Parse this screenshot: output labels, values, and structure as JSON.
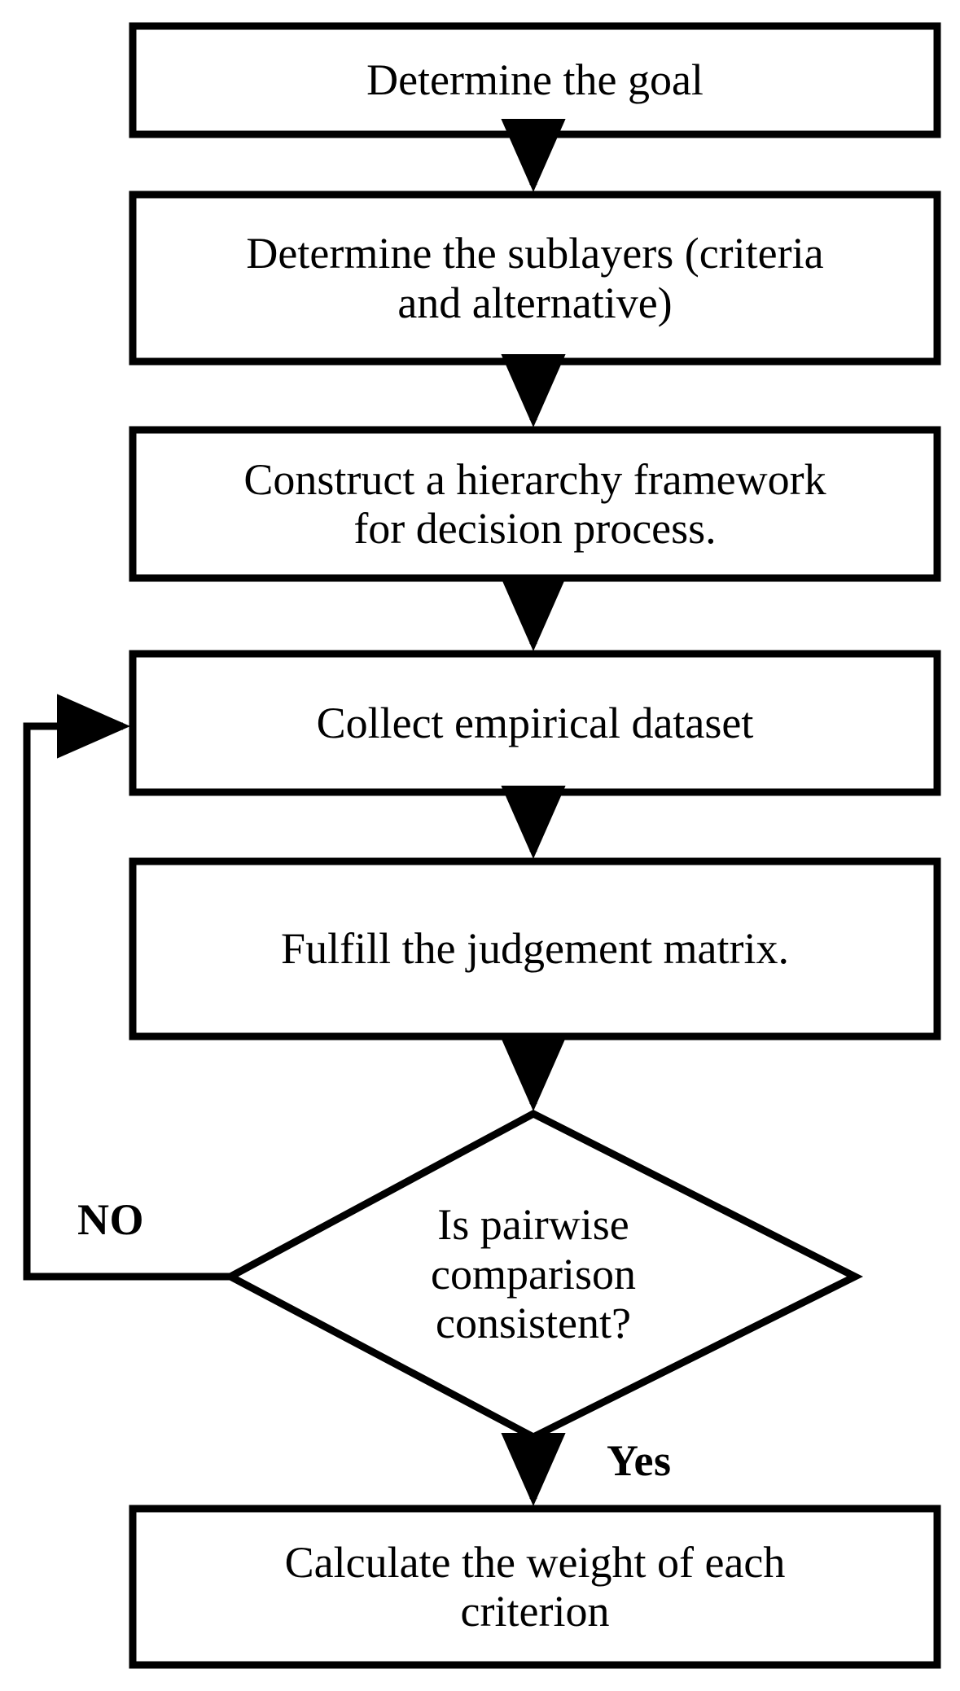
{
  "diagram": {
    "type": "flowchart",
    "title": "AHP decision process flowchart",
    "background_color": "#ffffff",
    "stroke_color": "#000000",
    "text_color": "#000000",
    "nodes": [
      {
        "id": "determine-goal",
        "shape": "process",
        "label": "Determine the goal"
      },
      {
        "id": "determine-sublayers",
        "shape": "process",
        "label": "Determine the sublayers (criteria\nand alternative)"
      },
      {
        "id": "construct-hierarchy",
        "shape": "process",
        "label": "Construct a hierarchy framework\nfor decision process."
      },
      {
        "id": "collect-dataset",
        "shape": "process",
        "label": "Collect empirical dataset"
      },
      {
        "id": "fulfill-matrix",
        "shape": "process",
        "label": "Fulfill the judgement matrix."
      },
      {
        "id": "consistency-check",
        "shape": "decision",
        "label": "Is pairwise\ncomparison\nconsistent?"
      },
      {
        "id": "calculate-weight",
        "shape": "process",
        "label": "Calculate the weight of each\ncriterion"
      }
    ],
    "edges": [
      {
        "id": "edge-goal-to-sublayers",
        "from": "determine-goal",
        "to": "determine-sublayers",
        "label": ""
      },
      {
        "id": "edge-sublayers-to-hierarchy",
        "from": "determine-sublayers",
        "to": "construct-hierarchy",
        "label": ""
      },
      {
        "id": "edge-hierarchy-to-dataset",
        "from": "construct-hierarchy",
        "to": "collect-dataset",
        "label": ""
      },
      {
        "id": "edge-dataset-to-matrix",
        "from": "collect-dataset",
        "to": "fulfill-matrix",
        "label": ""
      },
      {
        "id": "edge-matrix-to-decision",
        "from": "fulfill-matrix",
        "to": "consistency-check",
        "label": ""
      },
      {
        "id": "edge-decision-no-loop",
        "from": "consistency-check",
        "to": "collect-dataset",
        "label": "NO"
      },
      {
        "id": "edge-decision-yes",
        "from": "consistency-check",
        "to": "calculate-weight",
        "label": "Yes"
      }
    ]
  }
}
